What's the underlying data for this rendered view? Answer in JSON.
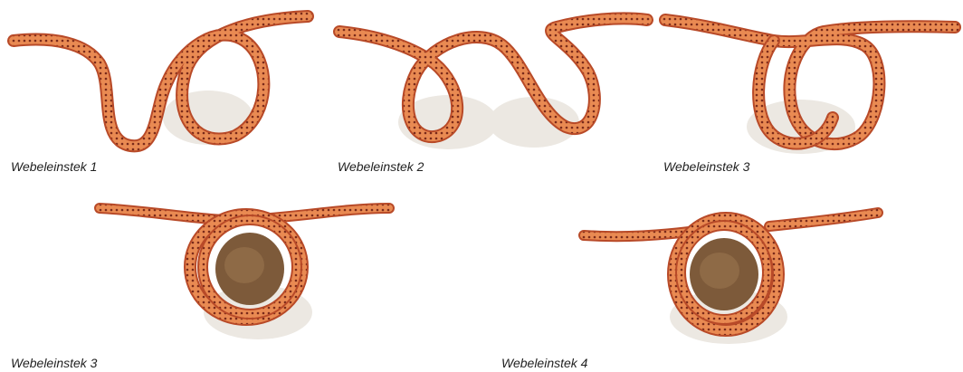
{
  "figures": [
    {
      "caption": "Webeleinstek 1"
    },
    {
      "caption": "Webeleinstek 2"
    },
    {
      "caption": "Webeleinstek 3"
    },
    {
      "caption": "Webeleinstek 3"
    },
    {
      "caption": "Webeleinstek 4"
    }
  ],
  "colors": {
    "rope": "#e07a45",
    "rope_dark": "#b84a28",
    "rope_pattern": "#7a2a1a",
    "wood": "#7d5a3a",
    "wood_light": "#a07a52",
    "shadow": "#e6e2dc"
  }
}
